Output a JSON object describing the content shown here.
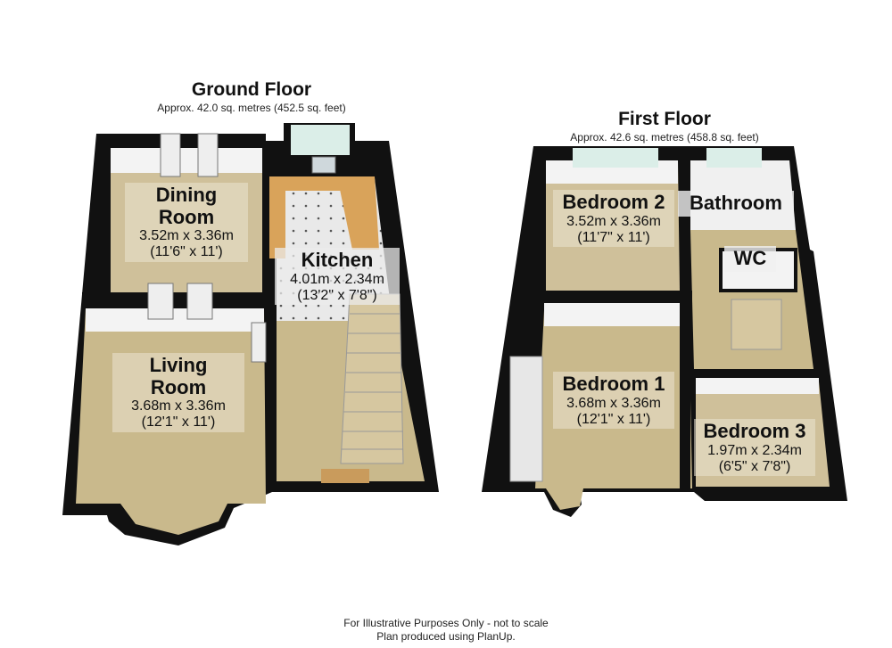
{
  "ground_floor": {
    "title": "Ground Floor",
    "area": "Approx. 42.0 sq. metres (452.5 sq. feet)",
    "rooms": {
      "dining": {
        "name_line1": "Dining",
        "name_line2": "Room",
        "dim_metric": "3.52m x 3.36m",
        "dim_imperial": "(11'6\" x 11')"
      },
      "kitchen": {
        "name": "Kitchen",
        "dim_metric": "4.01m x 2.34m",
        "dim_imperial": "(13'2\" x 7'8\")"
      },
      "living": {
        "name_line1": "Living",
        "name_line2": "Room",
        "dim_metric": "3.68m x 3.36m",
        "dim_imperial": "(12'1\" x 11')"
      }
    }
  },
  "first_floor": {
    "title": "First Floor",
    "area": "Approx. 42.6 sq. metres (458.8 sq. feet)",
    "rooms": {
      "bedroom2": {
        "name": "Bedroom 2",
        "dim_metric": "3.52m x 3.36m",
        "dim_imperial": "(11'7\" x 11')"
      },
      "bathroom": {
        "name": "Bathroom"
      },
      "wc": {
        "name": "WC"
      },
      "bedroom1": {
        "name": "Bedroom 1",
        "dim_metric": "3.68m x 3.36m",
        "dim_imperial": "(12'1\" x 11')"
      },
      "bedroom3": {
        "name": "Bedroom 3",
        "dim_metric": "1.97m x 2.34m",
        "dim_imperial": "(6'5\" x 7'8\")"
      }
    }
  },
  "footer": {
    "line1": "For Illustrative Purposes Only - not to scale",
    "line2": "Plan produced using PlanUp."
  },
  "colors": {
    "wall": "#111111",
    "wall_inner": "#f2f2f2",
    "carpet": "#cbbb8d",
    "tile": "#e6e6e6",
    "worktop": "#d9a35a",
    "stair": "#d8caa0"
  }
}
